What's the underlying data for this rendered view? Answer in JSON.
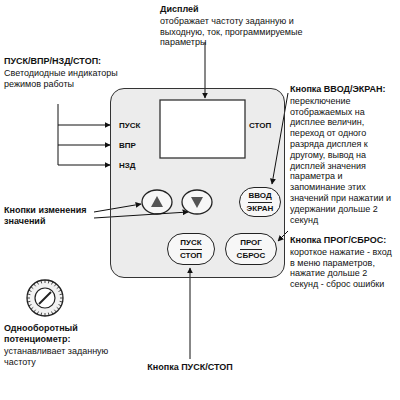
{
  "diagram": {
    "nodes": [
      {
        "text": [
          "ПУСК",
          "ВПР",
          "НЗД",
          "СТОП"
        ]
      },
      {
        "text": [
          "ВВОД",
          "ЭКРАН"
        ],
        "in": 0
      },
      {
        "text": [
          "ПУСК",
          "СТОП"
        ],
        "in": 0
      },
      {
        "text": [
          "ПРОГ",
          "СБРОС"
        ],
        "in": 0
      }
    ],
    "labels": [
      "ПУСК/ВПР/НЗД/СТОП:",
      "Светодиодные индикаторы режимов работы",
      "Дисплей",
      "отображает частоту заданную и выходную, ток, программируемые параметры",
      "Кнопка ВВОД/ЭКРАН:",
      "переключение отображаемых на дисплее величин, переход от одного разряда дисплея к другому, вывод на дисплей значения параметра и запоминание этих значений при нажатии и удержании дольше 2 секунд",
      "Кнопки изменения значений",
      "Кнопка ПРОГ/СБРОС:",
      "короткое нажатие - вход в меню параметров, нажатие дольше 2 секунд - сброс ошибки",
      "Однооборотный потенциометр:",
      "устанавливает заданную частоту",
      "Кнопка ПУСК/СТОП"
    ]
  }
}
